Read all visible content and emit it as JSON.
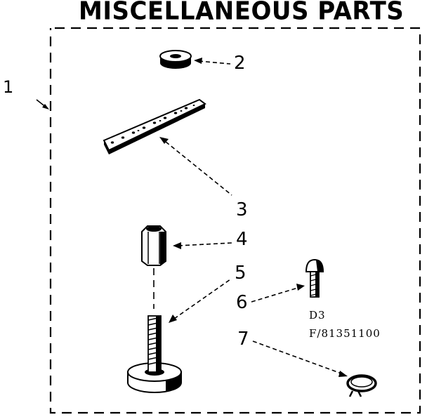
{
  "title": "MISCELLANEOUS PARTS",
  "group_callout": "1",
  "callouts": {
    "washer": "2",
    "mounting_strip": "3",
    "coupling_nut": "4",
    "leveling_leg": "5",
    "bolt": "6",
    "clamp": "7"
  },
  "part_codes": {
    "line1": "D3",
    "line2": "F/81351100"
  }
}
